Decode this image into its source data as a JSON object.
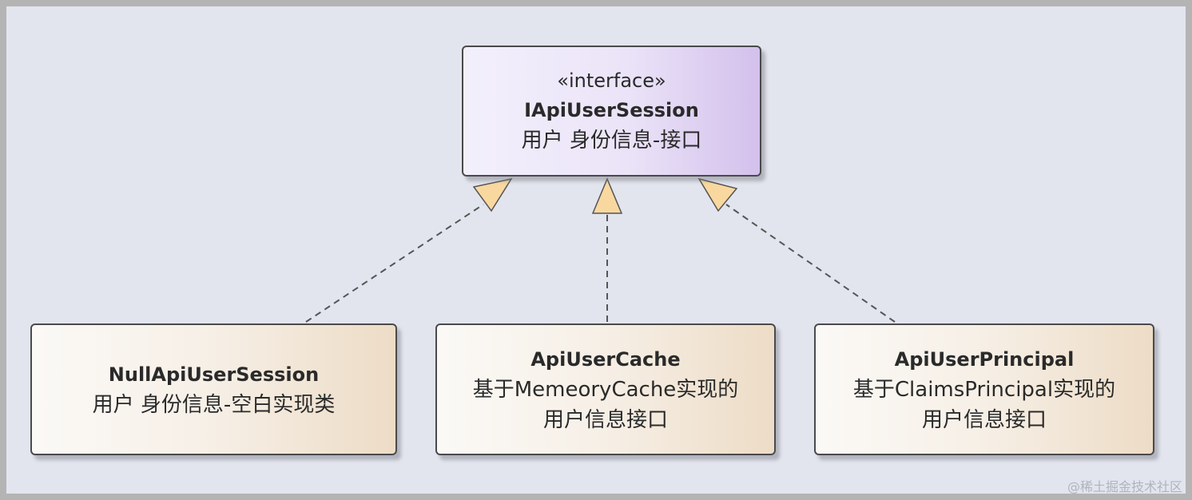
{
  "interface": {
    "stereotype": "«interface»",
    "name": "IApiUserSession",
    "description": "用户 身份信息-接口"
  },
  "classes": [
    {
      "name": "NullApiUserSession",
      "description": "用户 身份信息-空白实现类"
    },
    {
      "name": "ApiUserCache",
      "description": "基于MemeoryCache实现的\n用户信息接口"
    },
    {
      "name": "ApiUserPrincipal",
      "description": "基于ClaimsPrincipal实现的\n用户信息接口"
    }
  ],
  "relationships": [
    {
      "from": "NullApiUserSession",
      "to": "IApiUserSession",
      "type": "realization"
    },
    {
      "from": "ApiUserCache",
      "to": "IApiUserSession",
      "type": "realization"
    },
    {
      "from": "ApiUserPrincipal",
      "to": "IApiUserSession",
      "type": "realization"
    }
  ],
  "colors": {
    "interface_fill": "#ebe4f8",
    "class_fill": "#f6efe6",
    "arrowhead_fill": "#f9d8a0",
    "edge_stroke": "#555555",
    "background": "#e2e5ee"
  },
  "watermark": "@稀土掘金技术社区"
}
